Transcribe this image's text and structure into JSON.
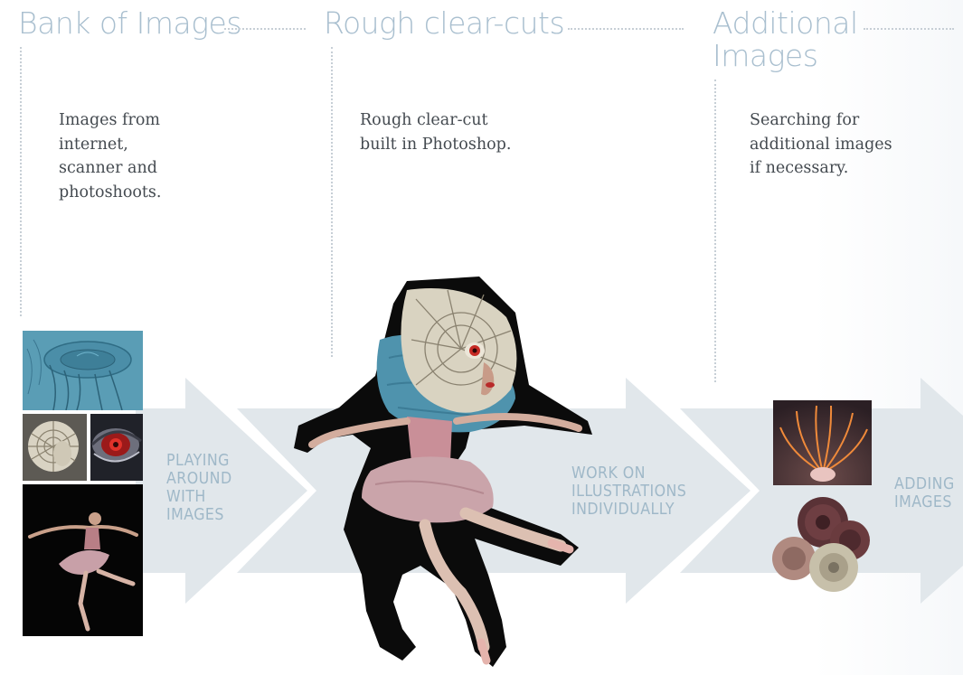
{
  "sections": [
    {
      "title": "Bank of Images",
      "description": [
        "Images from",
        "internet,",
        "scanner and",
        "photoshoots."
      ]
    },
    {
      "title": "Rough clear-cuts",
      "description": [
        "Rough clear-cut",
        "built in Photoshop."
      ]
    },
    {
      "title_lines": [
        "Additional",
        "Images"
      ],
      "description": [
        "Searching for",
        "additional images",
        "if necessary."
      ]
    }
  ],
  "steps": [
    {
      "lines": [
        "PLAYING",
        "AROUND",
        "WITH",
        "IMAGES"
      ]
    },
    {
      "lines": [
        "WORK ON",
        "ILLUSTRATIONS",
        "INDIVIDUALLY"
      ]
    },
    {
      "lines": [
        "ADDING",
        "IMAGES"
      ]
    }
  ],
  "images": {
    "bank": [
      "jellyfish-illustration",
      "lace-mask-photo",
      "red-eye-closeup",
      "ballerina-photo"
    ],
    "center": "collage-figure",
    "additional": [
      "orange-sea-creature",
      "dried-flowers"
    ]
  },
  "colors": {
    "title": "#a9bfcf",
    "arrow": "#e1e7eb",
    "label": "#9fb8c8",
    "text": "#444a50",
    "jelly_bg": "#5a9db5"
  }
}
